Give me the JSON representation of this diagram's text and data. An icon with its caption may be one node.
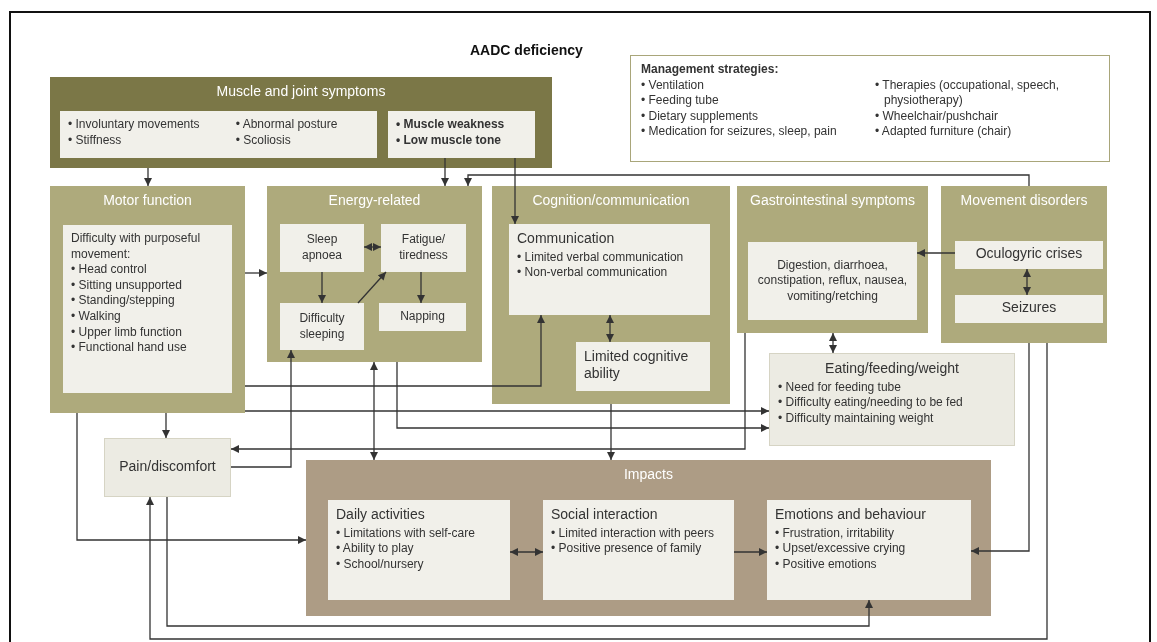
{
  "diagram": {
    "title": "AADC deficiency",
    "nodes": [
      {
        "text": [
          "Muscle and joint symptoms"
        ]
      },
      {
        "text": [
          "• Involuntary movements",
          "• Abnormal posture",
          "• Stiffness",
          "• Scoliosis"
        ],
        "in": 0
      },
      {
        "text": [
          "• Muscle weakness",
          "• Low muscle tone"
        ],
        "in": 0
      },
      {
        "text": [
          "Management strategies:",
          "• Ventilation",
          "• Feeding tube",
          "• Dietary supplements",
          "• Medication for seizures, sleep, pain",
          "• Therapies (occupational, speech, physiotherapy)",
          "• Wheelchair/pushchair",
          "• Adapted furniture (chair)"
        ]
      },
      {
        "text": [
          "Motor function"
        ]
      },
      {
        "text": [
          "Difficulty with purposeful movement:",
          "• Head control",
          "• Sitting unsupported",
          "• Standing/stepping",
          "• Walking",
          "• Upper limb function",
          "• Functional hand use"
        ],
        "in": 4
      },
      {
        "text": [
          "Energy-related"
        ]
      },
      {
        "text": [
          "Sleep apnoea"
        ],
        "in": 6
      },
      {
        "text": [
          "Fatigue/ tiredness"
        ],
        "in": 6
      },
      {
        "text": [
          "Difficulty sleeping"
        ],
        "in": 6
      },
      {
        "text": [
          "Napping"
        ],
        "in": 6
      },
      {
        "text": [
          "Cognition/communication"
        ]
      },
      {
        "text": [
          "Communication",
          "• Limited verbal communication",
          "• Non-verbal communication"
        ],
        "in": 11
      },
      {
        "text": [
          "Limited cognitive ability"
        ],
        "in": 11
      },
      {
        "text": [
          "Gastrointestinal symptoms"
        ]
      },
      {
        "text": [
          "Digestion, diarrhoea, constipation, reflux, nausea, vomiting/retching"
        ],
        "in": 14
      },
      {
        "text": [
          "Movement disorders"
        ]
      },
      {
        "text": [
          "Oculogyric crises"
        ],
        "in": 16
      },
      {
        "text": [
          "Seizures"
        ],
        "in": 16
      },
      {
        "text": [
          "Eating/feeding/weight",
          "• Need for feeding tube",
          "• Difficulty eating/needing to be fed",
          "• Difficulty maintaining weight"
        ]
      },
      {
        "text": [
          "Pain/discomfort"
        ]
      },
      {
        "text": [
          "Impacts"
        ]
      },
      {
        "text": [
          "Daily activities",
          "• Limitations with self-care",
          "• Ability to play",
          "• School/nursery"
        ],
        "in": 21
      },
      {
        "text": [
          "Social interaction",
          "• Limited interaction with peers",
          "• Positive presence of family"
        ],
        "in": 21
      },
      {
        "text": [
          "Emotions and behaviour",
          "• Frustration, irritability",
          "• Upset/excessive crying",
          "• Positive emotions"
        ],
        "in": 21
      }
    ],
    "edges": [
      {
        "from": 0,
        "to": 4,
        "arrow": "to"
      },
      {
        "from": 2,
        "to": 6,
        "arrow": "to"
      },
      {
        "from": 16,
        "to": 6,
        "arrow": "to"
      },
      {
        "from": 2,
        "to": 12,
        "arrow": "to"
      },
      {
        "from": 4,
        "to": 6,
        "arrow": "to"
      },
      {
        "from": 7,
        "to": 8,
        "arrow": "both"
      },
      {
        "from": 7,
        "to": 9,
        "arrow": "to"
      },
      {
        "from": 9,
        "to": 8,
        "arrow": "to"
      },
      {
        "from": 8,
        "to": 10,
        "arrow": "to"
      },
      {
        "from": 12,
        "to": 13,
        "arrow": "both"
      },
      {
        "from": 4,
        "to": 12,
        "arrow": "to"
      },
      {
        "from": 4,
        "to": 19,
        "arrow": "to"
      },
      {
        "from": 6,
        "to": 19,
        "arrow": "to"
      },
      {
        "from": 17,
        "to": 15,
        "arrow": "to"
      },
      {
        "from": 17,
        "to": 18,
        "arrow": "both"
      },
      {
        "from": 14,
        "to": 19,
        "arrow": "both"
      },
      {
        "from": 4,
        "to": 20,
        "arrow": "to"
      },
      {
        "from": 4,
        "to": 21,
        "arrow": "to"
      },
      {
        "from": 20,
        "to": 9,
        "arrow": "to"
      },
      {
        "from": 14,
        "to": 20,
        "arrow": "to"
      },
      {
        "from": 6,
        "to": 21,
        "arrow": "both"
      },
      {
        "from": 11,
        "to": 21,
        "arrow": "to"
      },
      {
        "from": 20,
        "to": 24,
        "arrow": "to"
      },
      {
        "from": 16,
        "to": 24,
        "arrow": "to"
      },
      {
        "from": 16,
        "to": 20,
        "arrow": "to"
      },
      {
        "from": 22,
        "to": 23,
        "arrow": "both"
      },
      {
        "from": 23,
        "to": 24,
        "arrow": "to"
      }
    ]
  }
}
